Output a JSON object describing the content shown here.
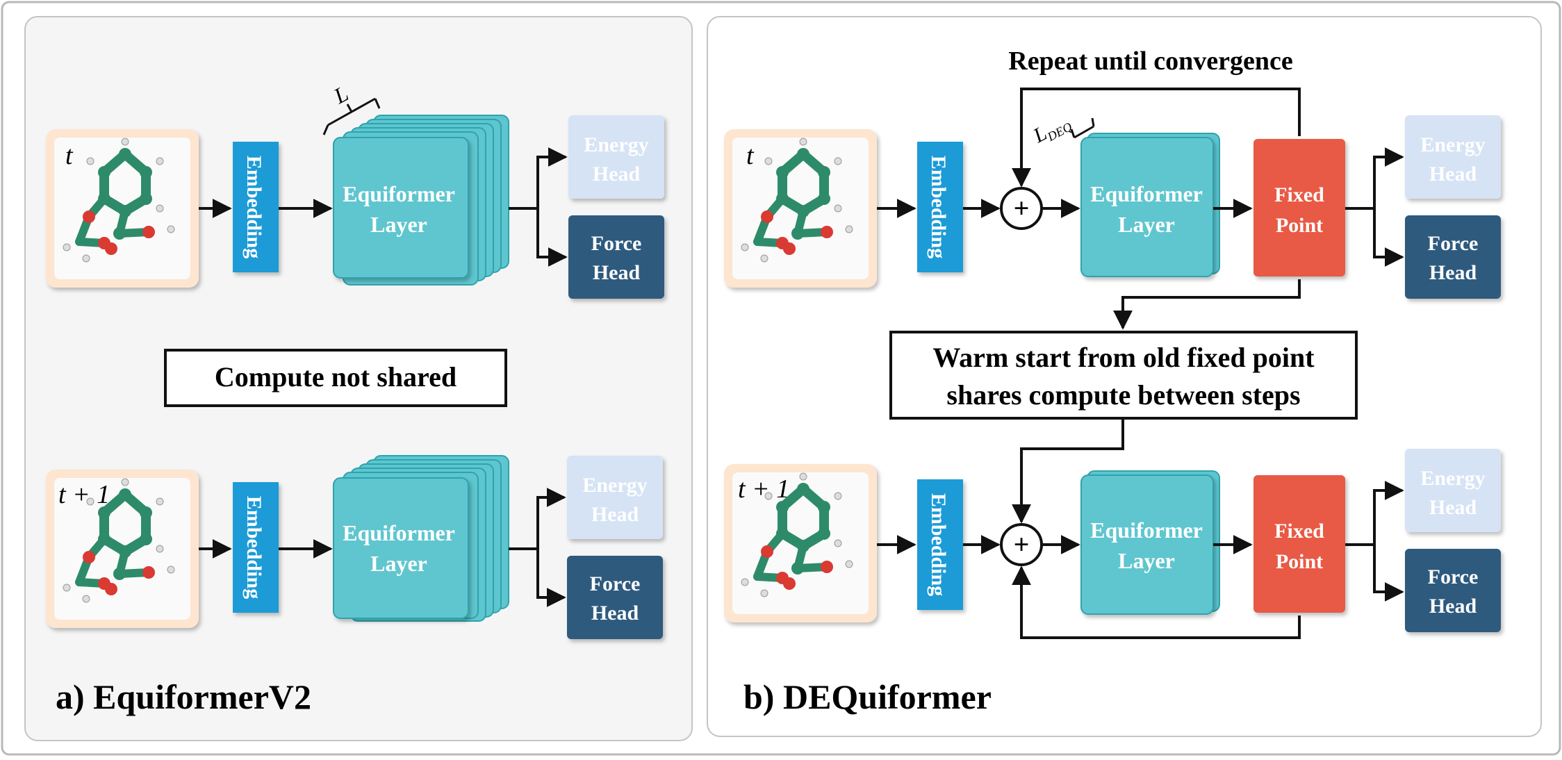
{
  "panel_a": {
    "caption": "a) EquiformerV2",
    "compute_note": "Compute not shared",
    "depth_label": "L",
    "rows": [
      {
        "time_label": "t",
        "embedding_label": "Embedding",
        "layer_label_1": "Equiformer",
        "layer_label_2": "Layer",
        "energy_label_1": "Energy",
        "energy_label_2": "Head",
        "force_label_1": "Force",
        "force_label_2": "Head"
      },
      {
        "time_label": "t + 1",
        "embedding_label": "Embedding",
        "layer_label_1": "Equiformer",
        "layer_label_2": "Layer",
        "energy_label_1": "Energy",
        "energy_label_2": "Head",
        "force_label_1": "Force",
        "force_label_2": "Head"
      }
    ]
  },
  "panel_b": {
    "caption": "b) DEQuiformer",
    "repeat_label": "Repeat until convergence",
    "depth_label": "L",
    "depth_subscript": "DEQ",
    "warm_start_line_1": "Warm start from old fixed point",
    "warm_start_line_2": "shares compute between steps",
    "rows": [
      {
        "time_label": "t",
        "embedding_label": "Embedding",
        "layer_label_1": "Equiformer",
        "layer_label_2": "Layer",
        "fixed_label_1": "Fixed",
        "fixed_label_2": "Point",
        "energy_label_1": "Energy",
        "energy_label_2": "Head",
        "force_label_1": "Force",
        "force_label_2": "Head"
      },
      {
        "time_label": "t + 1",
        "embedding_label": "Embedding",
        "layer_label_1": "Equiformer",
        "layer_label_2": "Layer",
        "fixed_label_1": "Fixed",
        "fixed_label_2": "Point",
        "energy_label_1": "Energy",
        "energy_label_2": "Head",
        "force_label_1": "Force",
        "force_label_2": "Head"
      }
    ]
  },
  "colors": {
    "embedding": "#1a9bd7",
    "layer": "#5ec6cf",
    "layer_edge": "#2fa3ad",
    "fixed_point": "#e85a45",
    "energy_head": "#d6e3f5",
    "force_head": "#2f5a7e",
    "molecule_frame": "#fde5d0",
    "atom_carbon": "#2e8b6a",
    "atom_oxygen": "#d93a32"
  }
}
